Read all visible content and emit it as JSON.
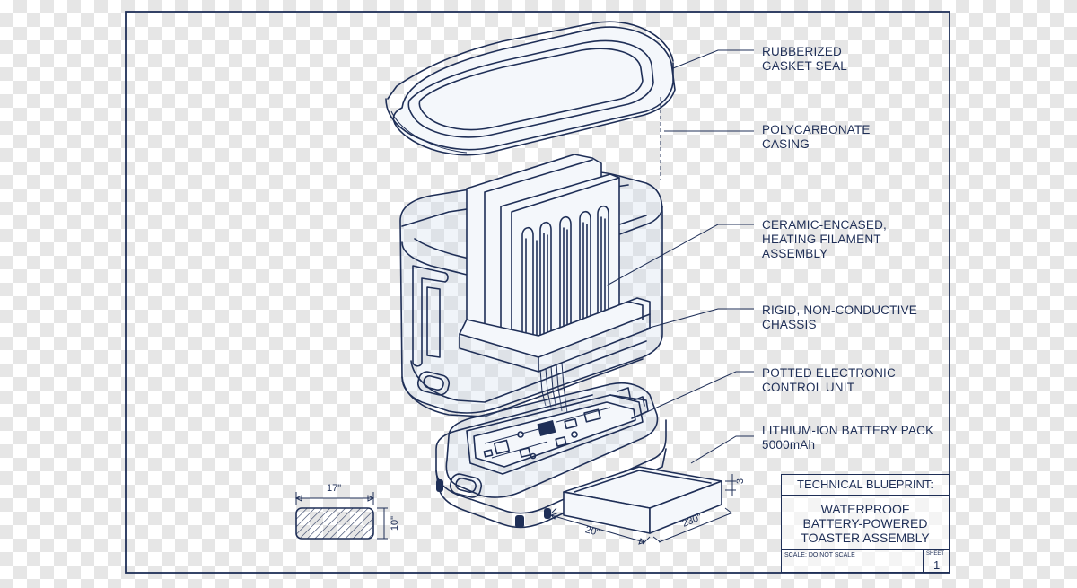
{
  "callouts": [
    {
      "id": "gasket",
      "lines": [
        "RUBBERIZED",
        "GASKET SEAL"
      ]
    },
    {
      "id": "casing",
      "lines": [
        "POLYCARBONATE",
        "CASING"
      ]
    },
    {
      "id": "filament",
      "lines": [
        "CERAMIC-ENCASED,",
        "HEATING FILAMENT",
        "ASSEMBLY"
      ]
    },
    {
      "id": "chassis",
      "lines": [
        "RIGID, NON-CONDUCTIVE",
        "CHASSIS"
      ]
    },
    {
      "id": "ecu",
      "lines": [
        "POTTED ELECTRONIC",
        "CONTROL UNIT"
      ]
    },
    {
      "id": "battery",
      "lines": [
        "LITHIUM-ION BATTERY PACK",
        "5000mAh"
      ]
    }
  ],
  "dimensions": {
    "section_width": "17\"",
    "section_height": "10\"",
    "battery_depth": "20\"",
    "battery_length": "230\"",
    "battery_thickness": "3"
  },
  "title_block": {
    "heading": "TECHNICAL BLUEPRINT:",
    "title_lines": [
      "WATERPROOF",
      "BATTERY-POWERED",
      "TOASTER ASSEMBLY"
    ],
    "note": "SCALE: DO NOT SCALE",
    "sheet_label": "SHEET",
    "sheet_number": "1"
  },
  "colors": {
    "line": "#1f2f57",
    "glass_tint": "#c9d6ea",
    "background_checker": "#e6e6e6"
  }
}
